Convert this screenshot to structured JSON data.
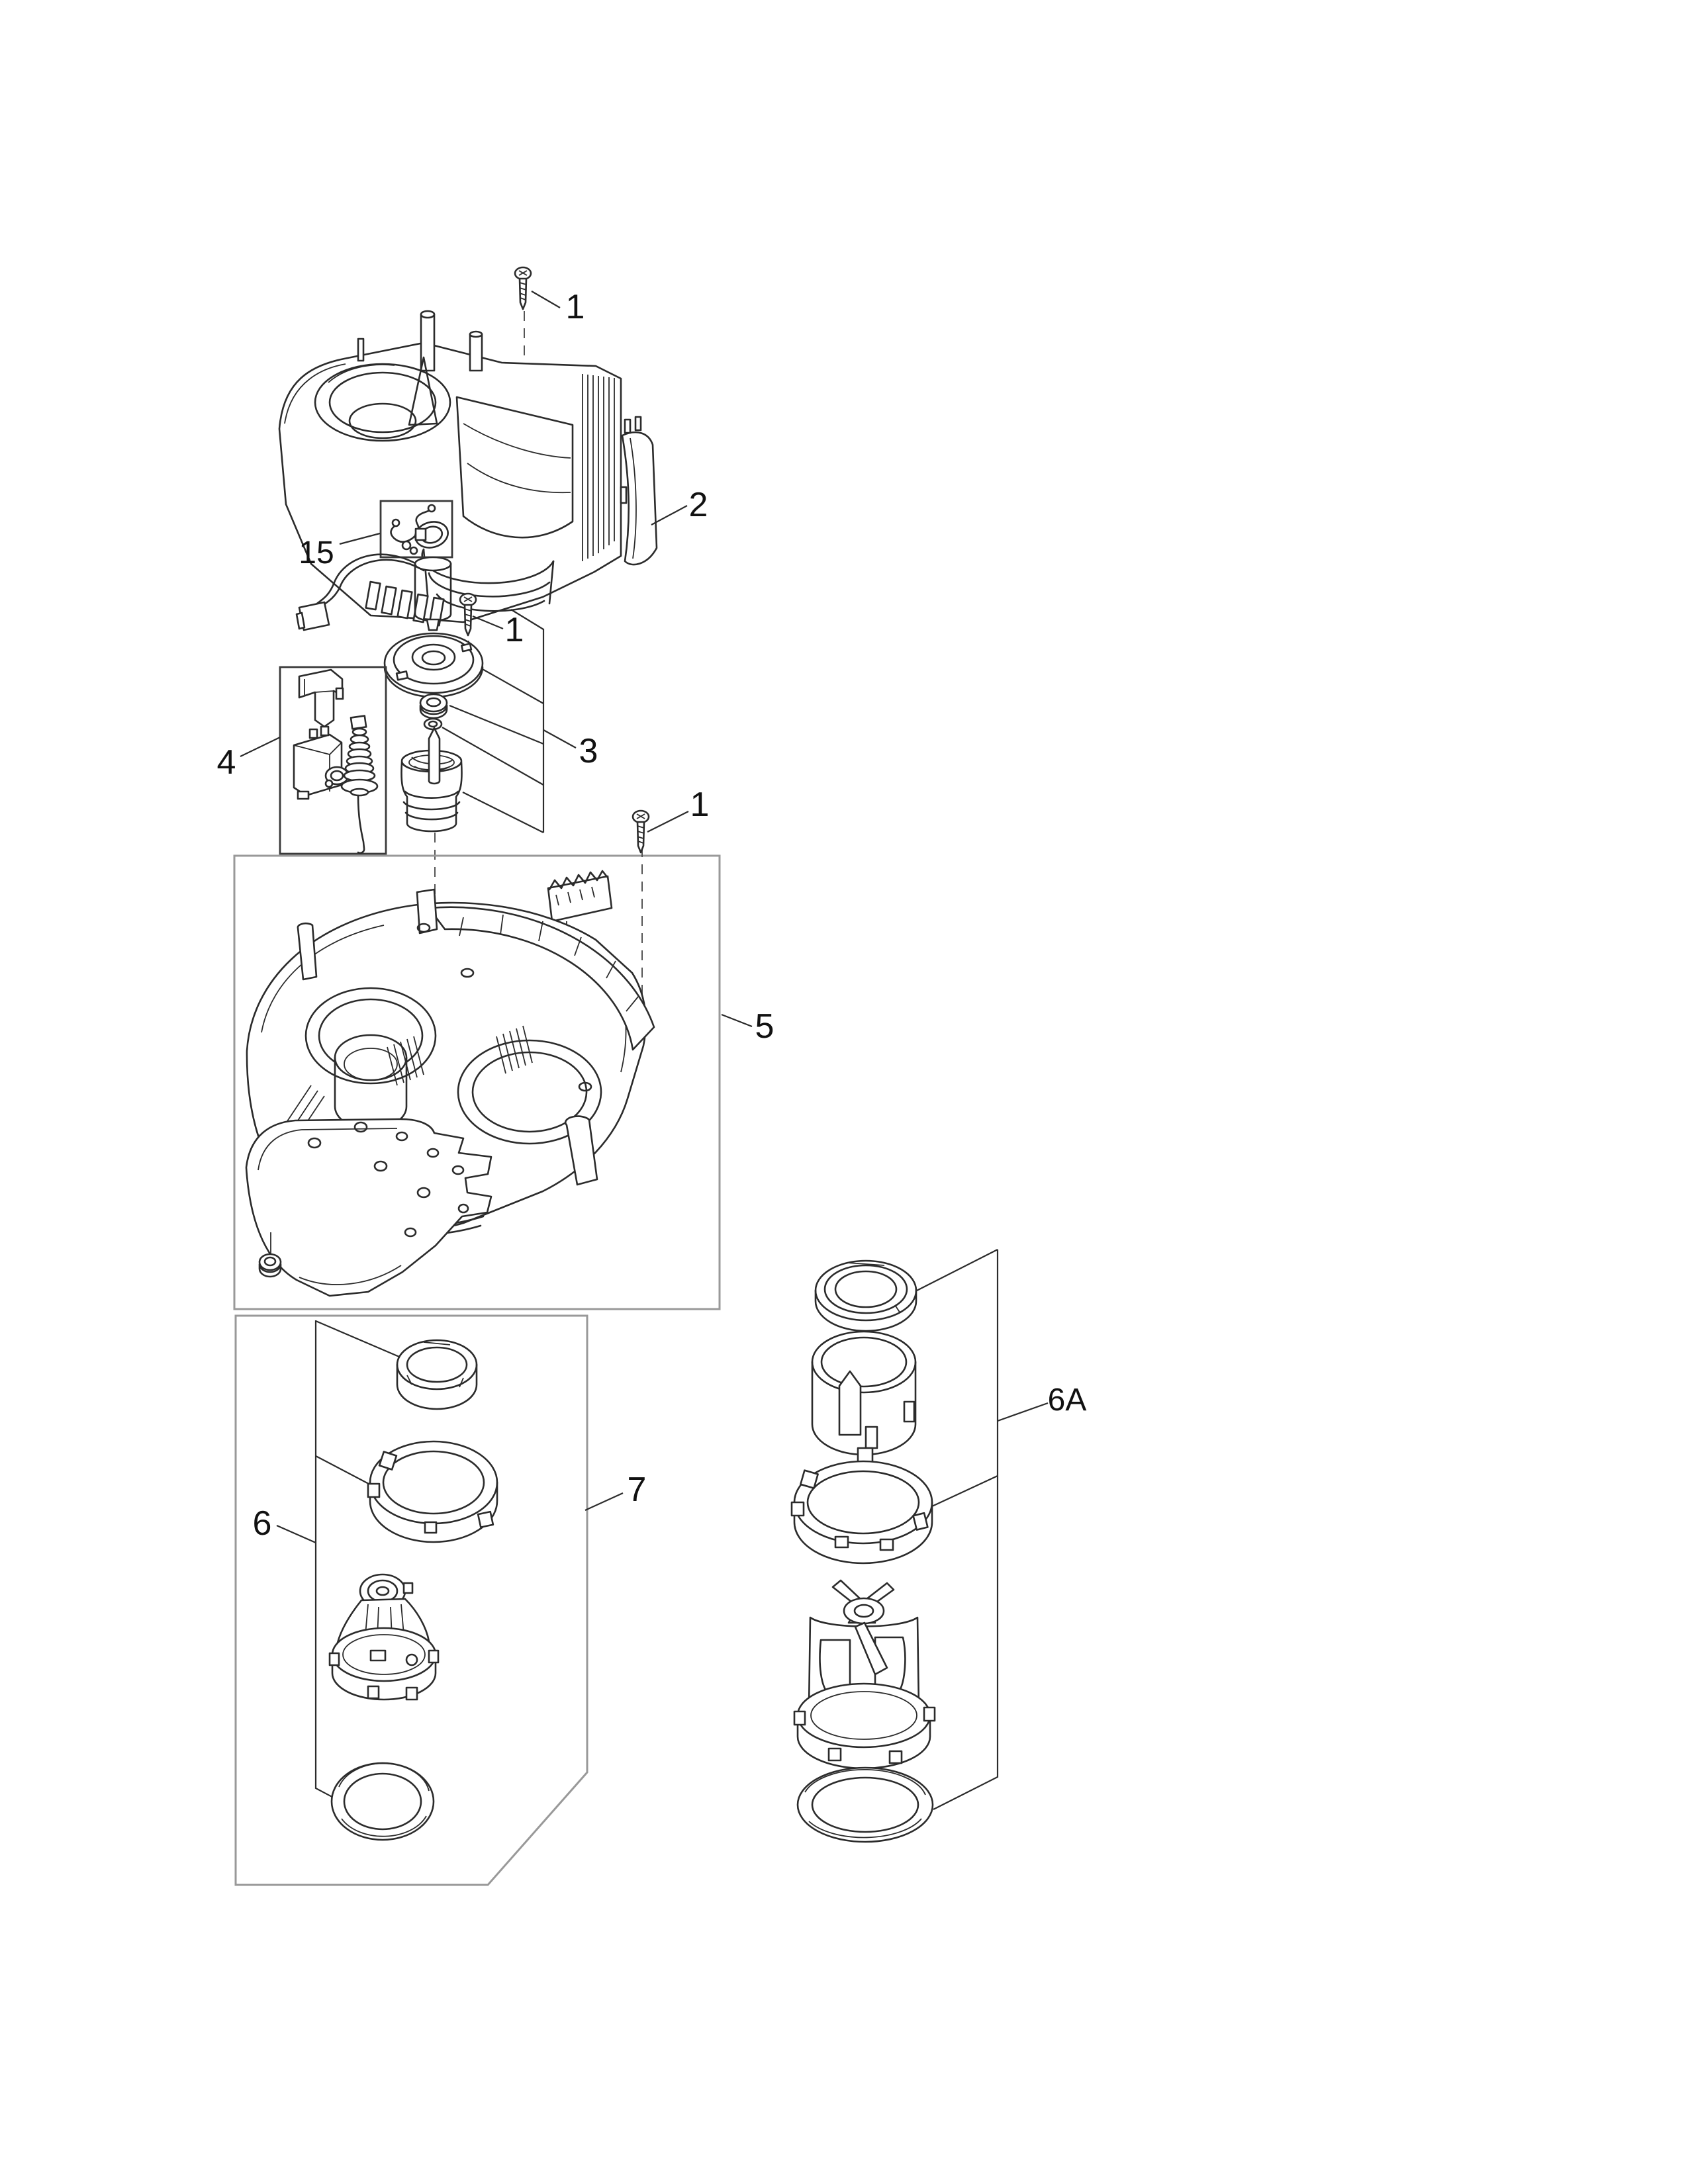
{
  "page": {
    "type": "exploded-parts-diagram",
    "background": "#ffffff"
  },
  "colors": {
    "background": "#ffffff",
    "line": "#2b2b2b",
    "group_box_border": "#999999",
    "kit_box_border": "#3a3a3a",
    "label": "#111111"
  },
  "callouts": [
    {
      "key": "screw-top",
      "label": "1"
    },
    {
      "key": "housing",
      "label": "2"
    },
    {
      "key": "clamp-kit",
      "label": "15"
    },
    {
      "key": "screw-impeller",
      "label": "1"
    },
    {
      "key": "impeller-kit",
      "label": "3"
    },
    {
      "key": "switch-kit",
      "label": "4"
    },
    {
      "key": "screw-baseplate",
      "label": "1"
    },
    {
      "key": "baseplate",
      "label": "5"
    },
    {
      "key": "motor-seal-group",
      "label": "6"
    },
    {
      "key": "motor-kit",
      "label": "7"
    },
    {
      "key": "motor-kit-alt",
      "label": "6A"
    }
  ]
}
